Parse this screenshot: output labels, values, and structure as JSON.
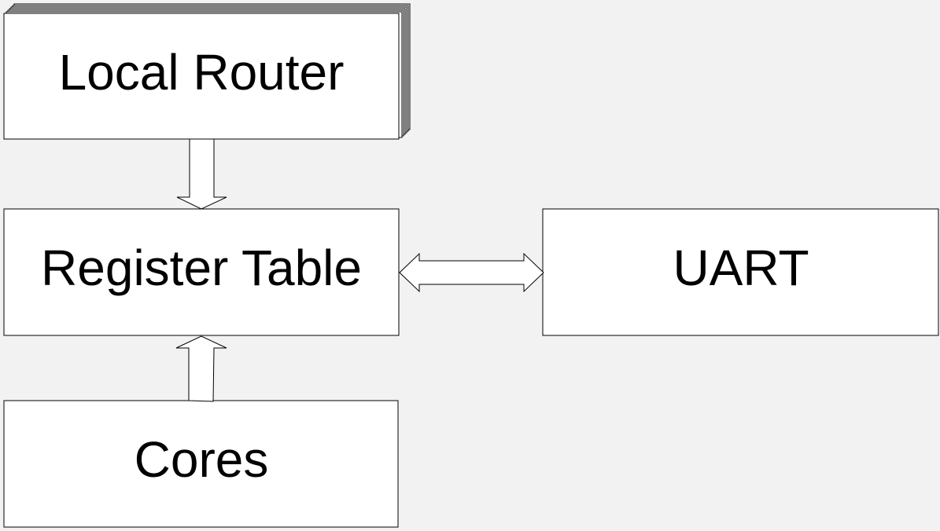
{
  "diagram": {
    "blocks": {
      "local_router": {
        "label": "Local Router"
      },
      "register_table": {
        "label": "Register Table"
      },
      "uart": {
        "label": "UART"
      },
      "cores": {
        "label": "Cores"
      }
    },
    "connections": [
      {
        "from": "Local Router",
        "to": "Register Table",
        "direction": "one-way"
      },
      {
        "from": "Cores",
        "to": "Register Table",
        "direction": "one-way"
      },
      {
        "from": "Register Table",
        "to": "UART",
        "direction": "two-way"
      }
    ]
  },
  "colors": {
    "background": "#f2f2f2",
    "block_fill": "#ffffff",
    "stroke": "#000000",
    "arrow_fill": "#ffffff"
  }
}
